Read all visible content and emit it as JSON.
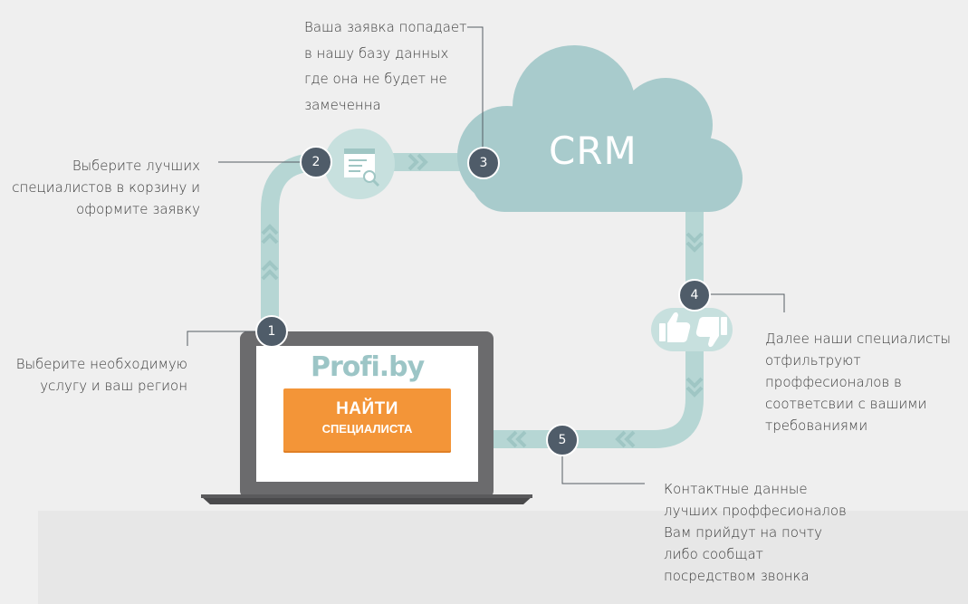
{
  "colors": {
    "background": "#efefef",
    "track": "#b6d6d4",
    "cloud": "#a8cbcc",
    "badge": "#4f5c69",
    "accent": "#f39538",
    "logo": "#9cc5c6"
  },
  "steps": [
    {
      "number": "1",
      "lines": [
        "Выберите необходимую",
        "услугу и ваш регион"
      ]
    },
    {
      "number": "2",
      "lines": [
        "Выберите лучших",
        "специалистов в корзину и",
        "оформите заявку"
      ]
    },
    {
      "number": "3",
      "lines": [
        "Ваша заявка попадает",
        "в нашу базу данных",
        "где она не будет не",
        "замеченна"
      ]
    },
    {
      "number": "4",
      "lines": [
        "Далее наши специалисты",
        "отфильтруют",
        "проффесионалов в",
        "соответсвии с вашими",
        "требованиями"
      ]
    },
    {
      "number": "5",
      "lines": [
        "Контактные данные",
        "лучших проффесионалов",
        "Вам прийдут на почту",
        "либо сообщат",
        "посредством звонка"
      ]
    }
  ],
  "crm_label": "CRM",
  "laptop": {
    "logo_text": "Profi.by",
    "button_line1": "НАЙТИ",
    "button_line2": "СПЕЦИАЛИСТА"
  },
  "icons": [
    "list-search-icon",
    "thumbs-up-icon",
    "thumbs-down-icon",
    "chevron-arrow-icon"
  ]
}
